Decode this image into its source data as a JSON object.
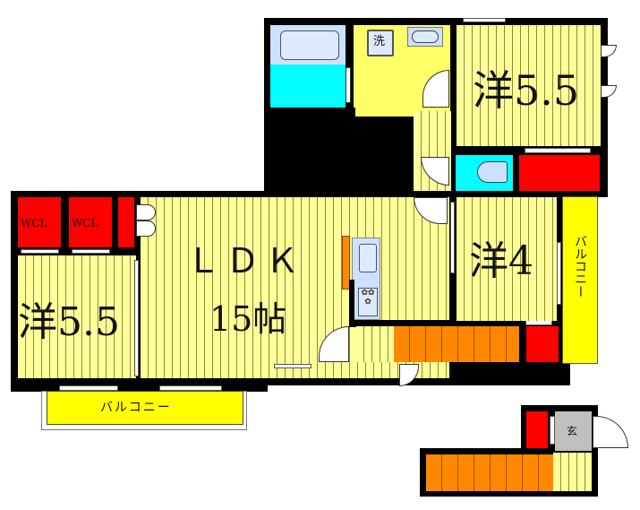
{
  "floorplan": {
    "rooms": {
      "western_room_upper_right": {
        "label": "洋5.5",
        "type": "Western-style room",
        "size_jo": 5.5
      },
      "western_room_left": {
        "label": "洋5.5",
        "type": "Western-style room",
        "size_jo": 5.5
      },
      "western_room_middle": {
        "label": "洋4",
        "type": "Western-style room",
        "size_jo": 4
      },
      "ldk": {
        "label_line1": "ＬＤＫ",
        "label_line2": "15帖",
        "type": "Living Dining Kitchen",
        "size_jo": 15
      },
      "washroom": {
        "label": "洗",
        "type": "Washing machine space"
      },
      "entrance": {
        "label": "玄",
        "type": "Entrance"
      },
      "walk_in_closet_1": {
        "label": "WCL"
      },
      "walk_in_closet_2": {
        "label": "WCL"
      },
      "balcony_bottom": {
        "label": "バルコニー"
      },
      "balcony_right": {
        "label": "バルコニー"
      }
    },
    "colors": {
      "floor": "#ffff99",
      "floor_stripe": "#8a8a40",
      "wall": "#000000",
      "storage": "#ff0000",
      "stairs": "#ff8800",
      "wet_area": "#00ffff",
      "washroom": "#ffff66",
      "balcony": "#ffff00",
      "entrance": "#c0c0c0",
      "fixture": "#cce0ff"
    }
  }
}
